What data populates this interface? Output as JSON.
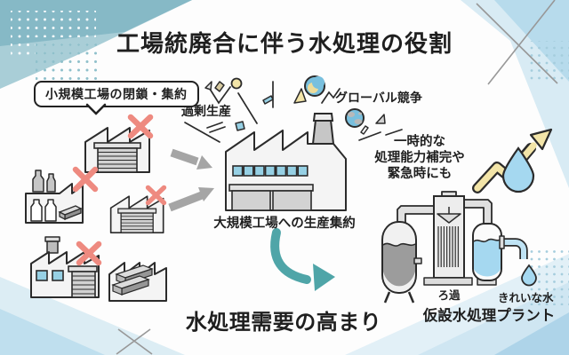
{
  "title": "工場統廃合に伴う水処理の役割",
  "bubble": {
    "label": "小規模工場の閉鎖・集約"
  },
  "pressures": {
    "overproduction": "過剰生産",
    "global_competition": "グローバル競争"
  },
  "center_factory": {
    "caption": "大規模工場への生産集約"
  },
  "right_note": {
    "line1": "一時的な",
    "line2": "処理能力補完や",
    "line3": "緊急時にも"
  },
  "plant": {
    "filtration_label": "ろ過",
    "clean_water_label": "きれいな水",
    "caption": "仮設水処理プラント"
  },
  "bottom_caption": "水処理需要の高まり",
  "icons": {
    "closed_warehouse": "warehouse-with-red-x-icon",
    "closed_bottling_factory": "bottling-factory-with-red-x-icon",
    "closed_chimney_factory": "chimney-factory-with-red-x-icon",
    "steel_beam_factory": "steel-beam-factory-icon",
    "large_factory": "large-factory-icon",
    "consolidation_arrow": "gray-right-arrow-icon",
    "globe": "globe-icon",
    "growth_arrow": "yellow-zigzag-up-arrow-icon",
    "water_drop": "water-drop-icon",
    "flow_arrow": "teal-curved-arrow-icon",
    "treatment_plant": "water-treatment-plant-icon"
  },
  "colors": {
    "teal_dark": "#86b9c6",
    "teal_light": "#a9ced7",
    "blue_corner": "#b7dbec",
    "blue_corner_pale": "#d8ebf4",
    "red_x": "#ee8a80",
    "window_blue": "#96d0e4",
    "water_blue": "#a5d8f0",
    "arrow_yellow": "#f3e5a8",
    "teal_arrow": "#4fa5a8",
    "gray_arrow": "#a5a5a5",
    "ink": "#1f1f1f"
  }
}
